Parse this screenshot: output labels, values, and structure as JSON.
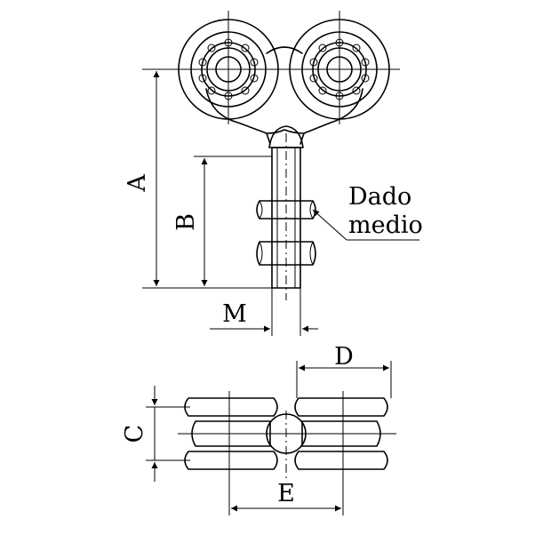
{
  "labels": {
    "a": "A",
    "b": "B",
    "c": "C",
    "d": "D",
    "e": "E",
    "m": "M"
  },
  "callout": {
    "line1": "Dado",
    "line2": "medio"
  }
}
